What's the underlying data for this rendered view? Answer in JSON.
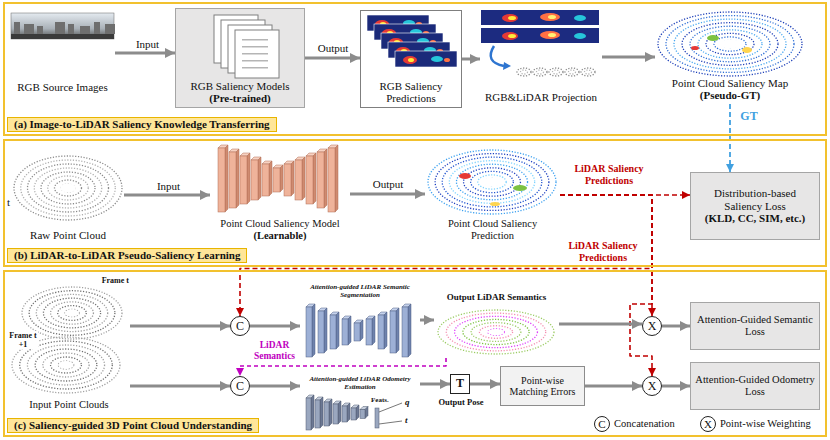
{
  "diagram": {
    "nodes": [
      {
        "text": [
          "(a) Image-to-LiDAR Saliency Knowledge Transferring"
        ]
      },
      {
        "text": [
          "RGB Source Images"
        ],
        "in": 0
      },
      {
        "text": [
          "RGB Saliency Models",
          "(Pre-trained)"
        ],
        "in": 0
      },
      {
        "text": [
          "RGB Saliency Predictions"
        ],
        "in": 0
      },
      {
        "text": [
          "RGB&LiDAR Projection"
        ],
        "in": 0
      },
      {
        "text": [
          "Point Cloud Saliency Map",
          "(Pseudo-GT)"
        ],
        "in": 0
      },
      {
        "text": [
          "(b) LiDAR-to-LiDAR Pseudo-Saliency Learning"
        ]
      },
      {
        "text": [
          "Raw Point Cloud"
        ],
        "in": 6
      },
      {
        "text": [
          "Point Cloud Saliency Model",
          "(Learnable)"
        ],
        "in": 6
      },
      {
        "text": [
          "Point Cloud Saliency Prediction"
        ],
        "in": 6
      },
      {
        "text": [
          "Distribution-based Saliency Loss",
          "(KLD, CC, SIM, etc.)"
        ],
        "in": 6
      },
      {
        "text": [
          "(c) Saliency-guided 3D Point Cloud Understanding"
        ]
      },
      {
        "text": [
          "Frame t",
          "Frame t +1",
          "Input Point Clouds"
        ],
        "in": 11
      },
      {
        "text": [
          "C"
        ],
        "in": 11
      },
      {
        "text": [
          "C"
        ],
        "in": 11
      },
      {
        "text": [
          "Attention-guided LiDAR Semantic Segmentation"
        ],
        "in": 11
      },
      {
        "text": [
          "Attention-guided LiDAR Odometry Estimation"
        ],
        "in": 11
      },
      {
        "text": [
          "Output LiDAR Semantics"
        ],
        "in": 11
      },
      {
        "text": [
          "T",
          "Output Pose"
        ],
        "in": 11
      },
      {
        "text": [
          "Point-wise Matching Errors"
        ],
        "in": 11
      },
      {
        "text": [
          "X"
        ],
        "in": 11
      },
      {
        "text": [
          "X"
        ],
        "in": 11
      },
      {
        "text": [
          "Attention-Guided Semantic Loss"
        ],
        "in": 11
      },
      {
        "text": [
          "Attention-Guided Odometry Loss"
        ],
        "in": 11
      }
    ],
    "edges": [
      {
        "from": 1,
        "to": 2,
        "arrow": "to",
        "label": "Input"
      },
      {
        "from": 2,
        "to": 3,
        "arrow": "to",
        "label": "Output"
      },
      {
        "from": 3,
        "to": 4,
        "arrow": "to"
      },
      {
        "from": 4,
        "to": 5,
        "arrow": "to"
      },
      {
        "from": 5,
        "to": 10,
        "arrow": "to",
        "label": "GT"
      },
      {
        "from": 7,
        "to": 8,
        "arrow": "to",
        "label": "Input"
      },
      {
        "from": 8,
        "to": 9,
        "arrow": "to",
        "label": "Output"
      },
      {
        "from": 9,
        "to": 10,
        "arrow": "to",
        "label": "LiDAR Saliency Predictions"
      },
      {
        "from": 9,
        "to": 20,
        "arrow": "to",
        "label": "LiDAR Saliency Predictions"
      },
      {
        "from": 9,
        "to": 21,
        "arrow": "to"
      },
      {
        "from": 9,
        "to": 13,
        "arrow": "to"
      },
      {
        "from": 17,
        "to": 14,
        "arrow": "to",
        "label": "LiDAR Semantics"
      },
      {
        "from": 12,
        "to": 13,
        "arrow": "to"
      },
      {
        "from": 12,
        "to": 14,
        "arrow": "to"
      },
      {
        "from": 13,
        "to": 15,
        "arrow": "to"
      },
      {
        "from": 14,
        "to": 16,
        "arrow": "to"
      },
      {
        "from": 15,
        "to": 17,
        "arrow": "to"
      },
      {
        "from": 17,
        "to": 20,
        "arrow": "to"
      },
      {
        "from": 16,
        "to": 18,
        "arrow": "to"
      },
      {
        "from": 18,
        "to": 19,
        "arrow": "to"
      },
      {
        "from": 19,
        "to": 21,
        "arrow": "to"
      },
      {
        "from": 20,
        "to": 22,
        "arrow": "to"
      },
      {
        "from": 21,
        "to": 23,
        "arrow": "to"
      }
    ],
    "labels": [
      "t",
      "Feats.",
      "q",
      "t",
      "C",
      "X"
    ],
    "legend": [
      {
        "text": "Concatenation"
      },
      {
        "text": "Point-wise Weighting"
      }
    ]
  }
}
